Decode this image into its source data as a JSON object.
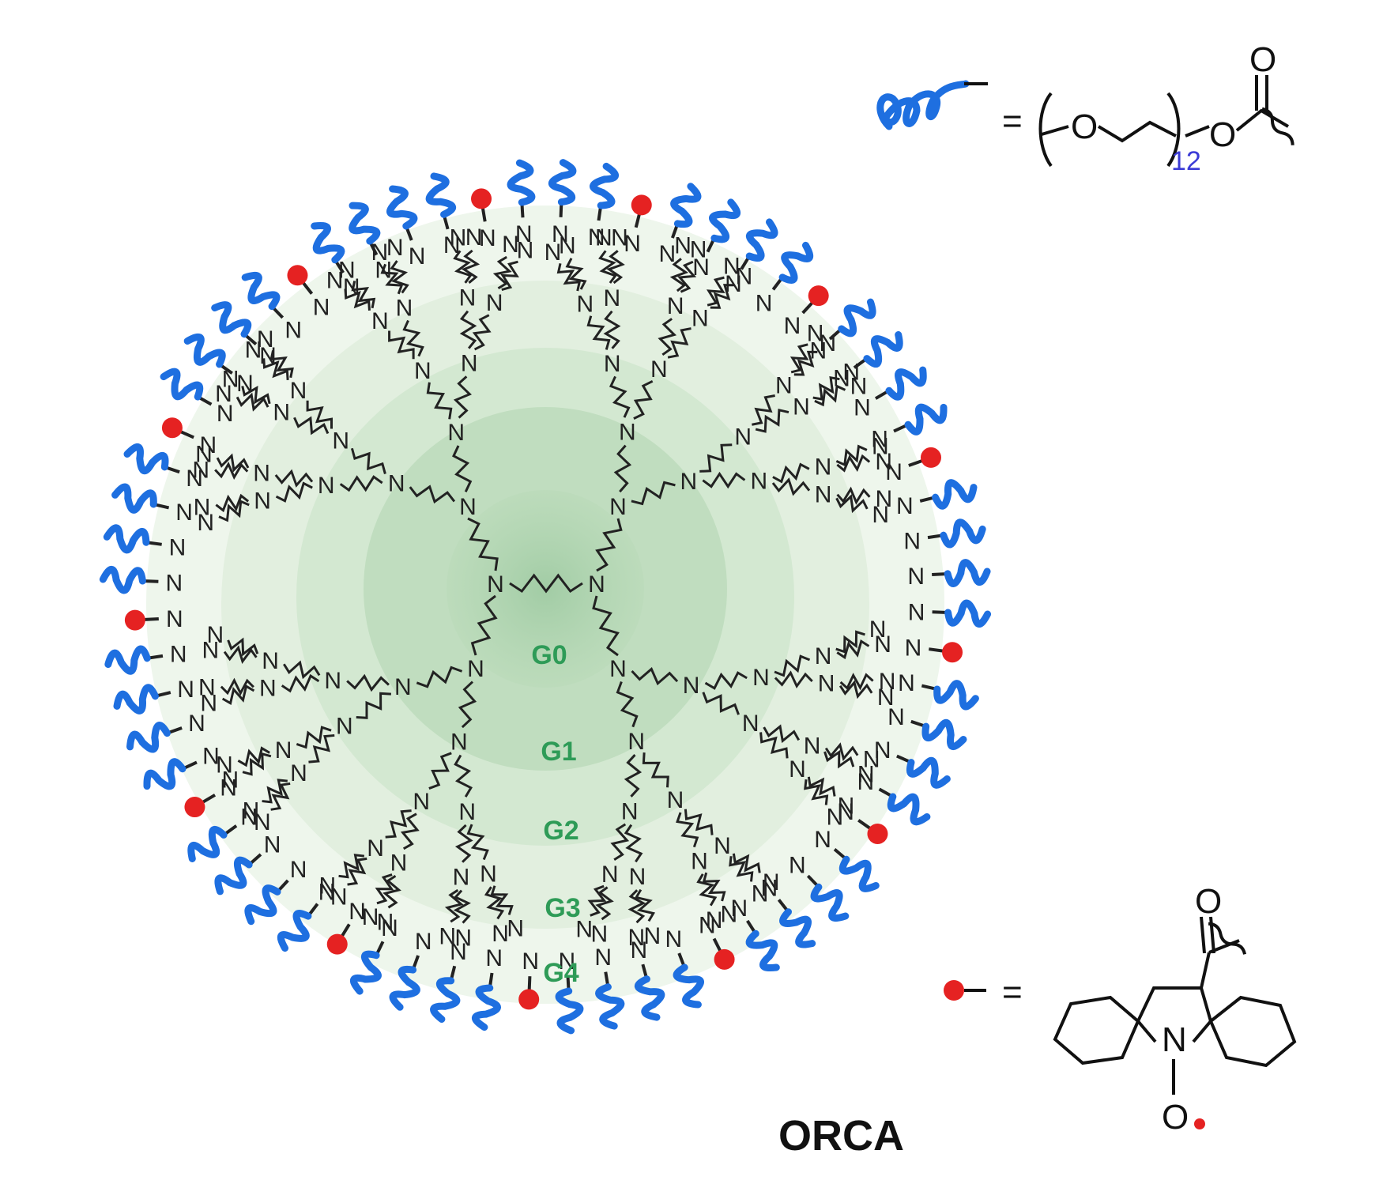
{
  "title": "ORCA",
  "generations": [
    "G0",
    "G1",
    "G2",
    "G3",
    "G4"
  ],
  "atom_label": "N",
  "legend": {
    "peg": {
      "equals": "=",
      "atom_o": "O",
      "subscript": "12",
      "carbonyl_o": "O",
      "ester_o": "O"
    },
    "nitroxide": {
      "equals": "=",
      "ring_n": "N",
      "radical_o": "O",
      "carbonyl_o": "O"
    }
  },
  "colors": {
    "core": "#4f9e5e",
    "shell_light": "#e8f2e6",
    "peg": "#1e6fe0",
    "nitroxide": "#e52222",
    "bond": "#222222",
    "label": "#2e9b57",
    "subscript": "#3b3bd6"
  }
}
